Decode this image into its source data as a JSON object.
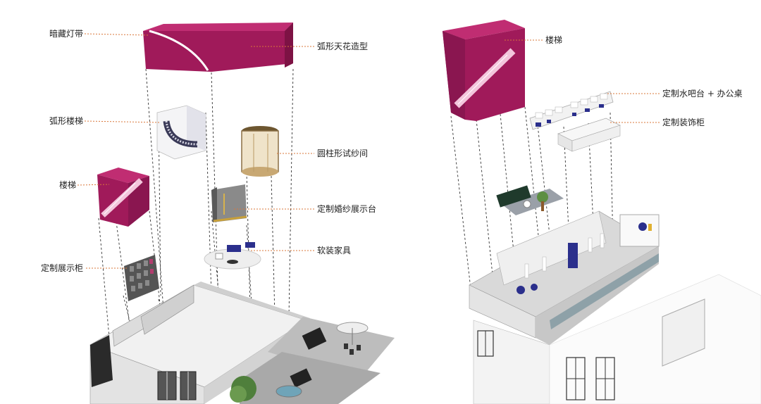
{
  "colors": {
    "magenta": "#a01a5a",
    "magenta_dark": "#7d1244",
    "magenta_light": "#c02d72",
    "leader": "#d9773a",
    "dash": "#333333",
    "navy": "#2b2f8c",
    "wall": "#dedede",
    "floor": "#f0f0f0"
  },
  "left_labels": {
    "hidden_light_strip": "暗藏灯带",
    "arc_staircase": "弧形楼梯",
    "staircase": "楼梯",
    "custom_display_cabinet": "定制展示柜"
  },
  "right_labels": {
    "arc_ceiling": "弧形天花造型",
    "cylindrical_fitting_room": "圆柱形试纱间",
    "custom_wedding_display": "定制婚纱展示台",
    "soft_furnishings": "软装家具"
  },
  "right_model_labels": {
    "staircase": "楼梯",
    "water_bar_desk": "定制水吧台 + 办公桌",
    "decorative_cabinet": "定制装饰柜"
  }
}
